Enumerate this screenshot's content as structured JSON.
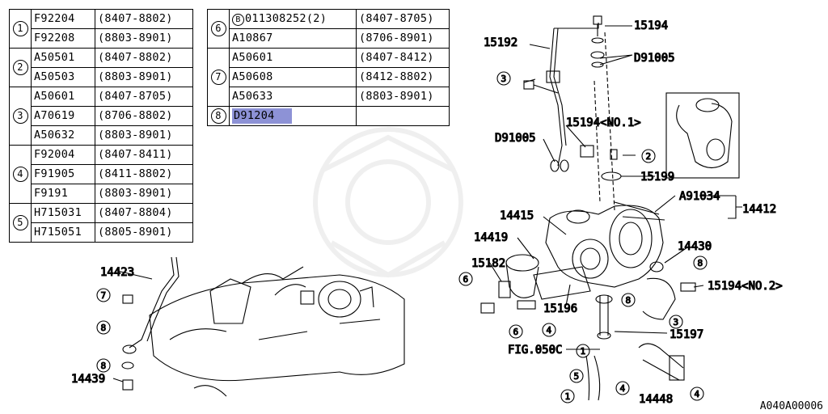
{
  "table_left": [
    {
      "num": "1",
      "rows": [
        {
          "code": "F92204",
          "range": "(8407-8802)"
        },
        {
          "code": "F92208",
          "range": "(8803-8901)"
        }
      ]
    },
    {
      "num": "2",
      "rows": [
        {
          "code": "A50501",
          "range": "(8407-8802)"
        },
        {
          "code": "A50503",
          "range": "(8803-8901)"
        }
      ]
    },
    {
      "num": "3",
      "rows": [
        {
          "code": "A50601",
          "range": "(8407-8705)"
        },
        {
          "code": "A70619",
          "range": "(8706-8802)"
        },
        {
          "code": "A50632",
          "range": "(8803-8901)"
        }
      ]
    },
    {
      "num": "4",
      "rows": [
        {
          "code": "F92004",
          "range": "(8407-8411)"
        },
        {
          "code": "F91905",
          "range": "(8411-8802)"
        },
        {
          "code": "F9191",
          "range": "(8803-8901)"
        }
      ]
    },
    {
      "num": "5",
      "rows": [
        {
          "code": "H715031",
          "range": "(8407-8804)"
        },
        {
          "code": "H715051",
          "range": "(8805-8901)"
        }
      ]
    }
  ],
  "table_right": {
    "r6_marker": "B",
    "r6_code": "011308252(2)",
    "r6a_range": "(8407-8705)",
    "r6b_code": "A10867",
    "r6b_range": "(8706-8901)",
    "r7a_code": "A50601",
    "r7a_range": "(8407-8412)",
    "r7b_code": "A50608",
    "r7b_range": "(8412-8802)",
    "r7c_code": "A50633",
    "r7c_range": "(8803-8901)",
    "r8_code": "D91204",
    "n6": "6",
    "n7": "7",
    "n8": "8"
  },
  "labels": {
    "l15194": "15194",
    "l15192": "15192",
    "lD91005a": "D91005",
    "l15194no1": "15194<NO.1>",
    "lD91005b": "D91005",
    "l15199": "15199",
    "lA91034": "A91034",
    "l14412": "14412",
    "l14415": "14415",
    "l14419": "14419",
    "l15182": "15182",
    "l14430": "14430",
    "l15194no2": "15194<NO.2>",
    "l15196": "15196",
    "l15197": "15197",
    "lfig": "FIG.050C",
    "l14448": "14448",
    "l14423": "14423",
    "l14439": "14439"
  },
  "callouts": {
    "c3a": "3",
    "c2a": "2",
    "c8a": "8",
    "c6a": "6",
    "c6b": "6",
    "c8b": "8",
    "c3b": "3",
    "c4a": "4",
    "c1a": "1",
    "c5a": "5",
    "c1b": "1",
    "c4b": "4",
    "c4c": "4",
    "c7a": "7",
    "c8c": "8",
    "c8d": "8"
  },
  "ref_code": "A040A00006"
}
